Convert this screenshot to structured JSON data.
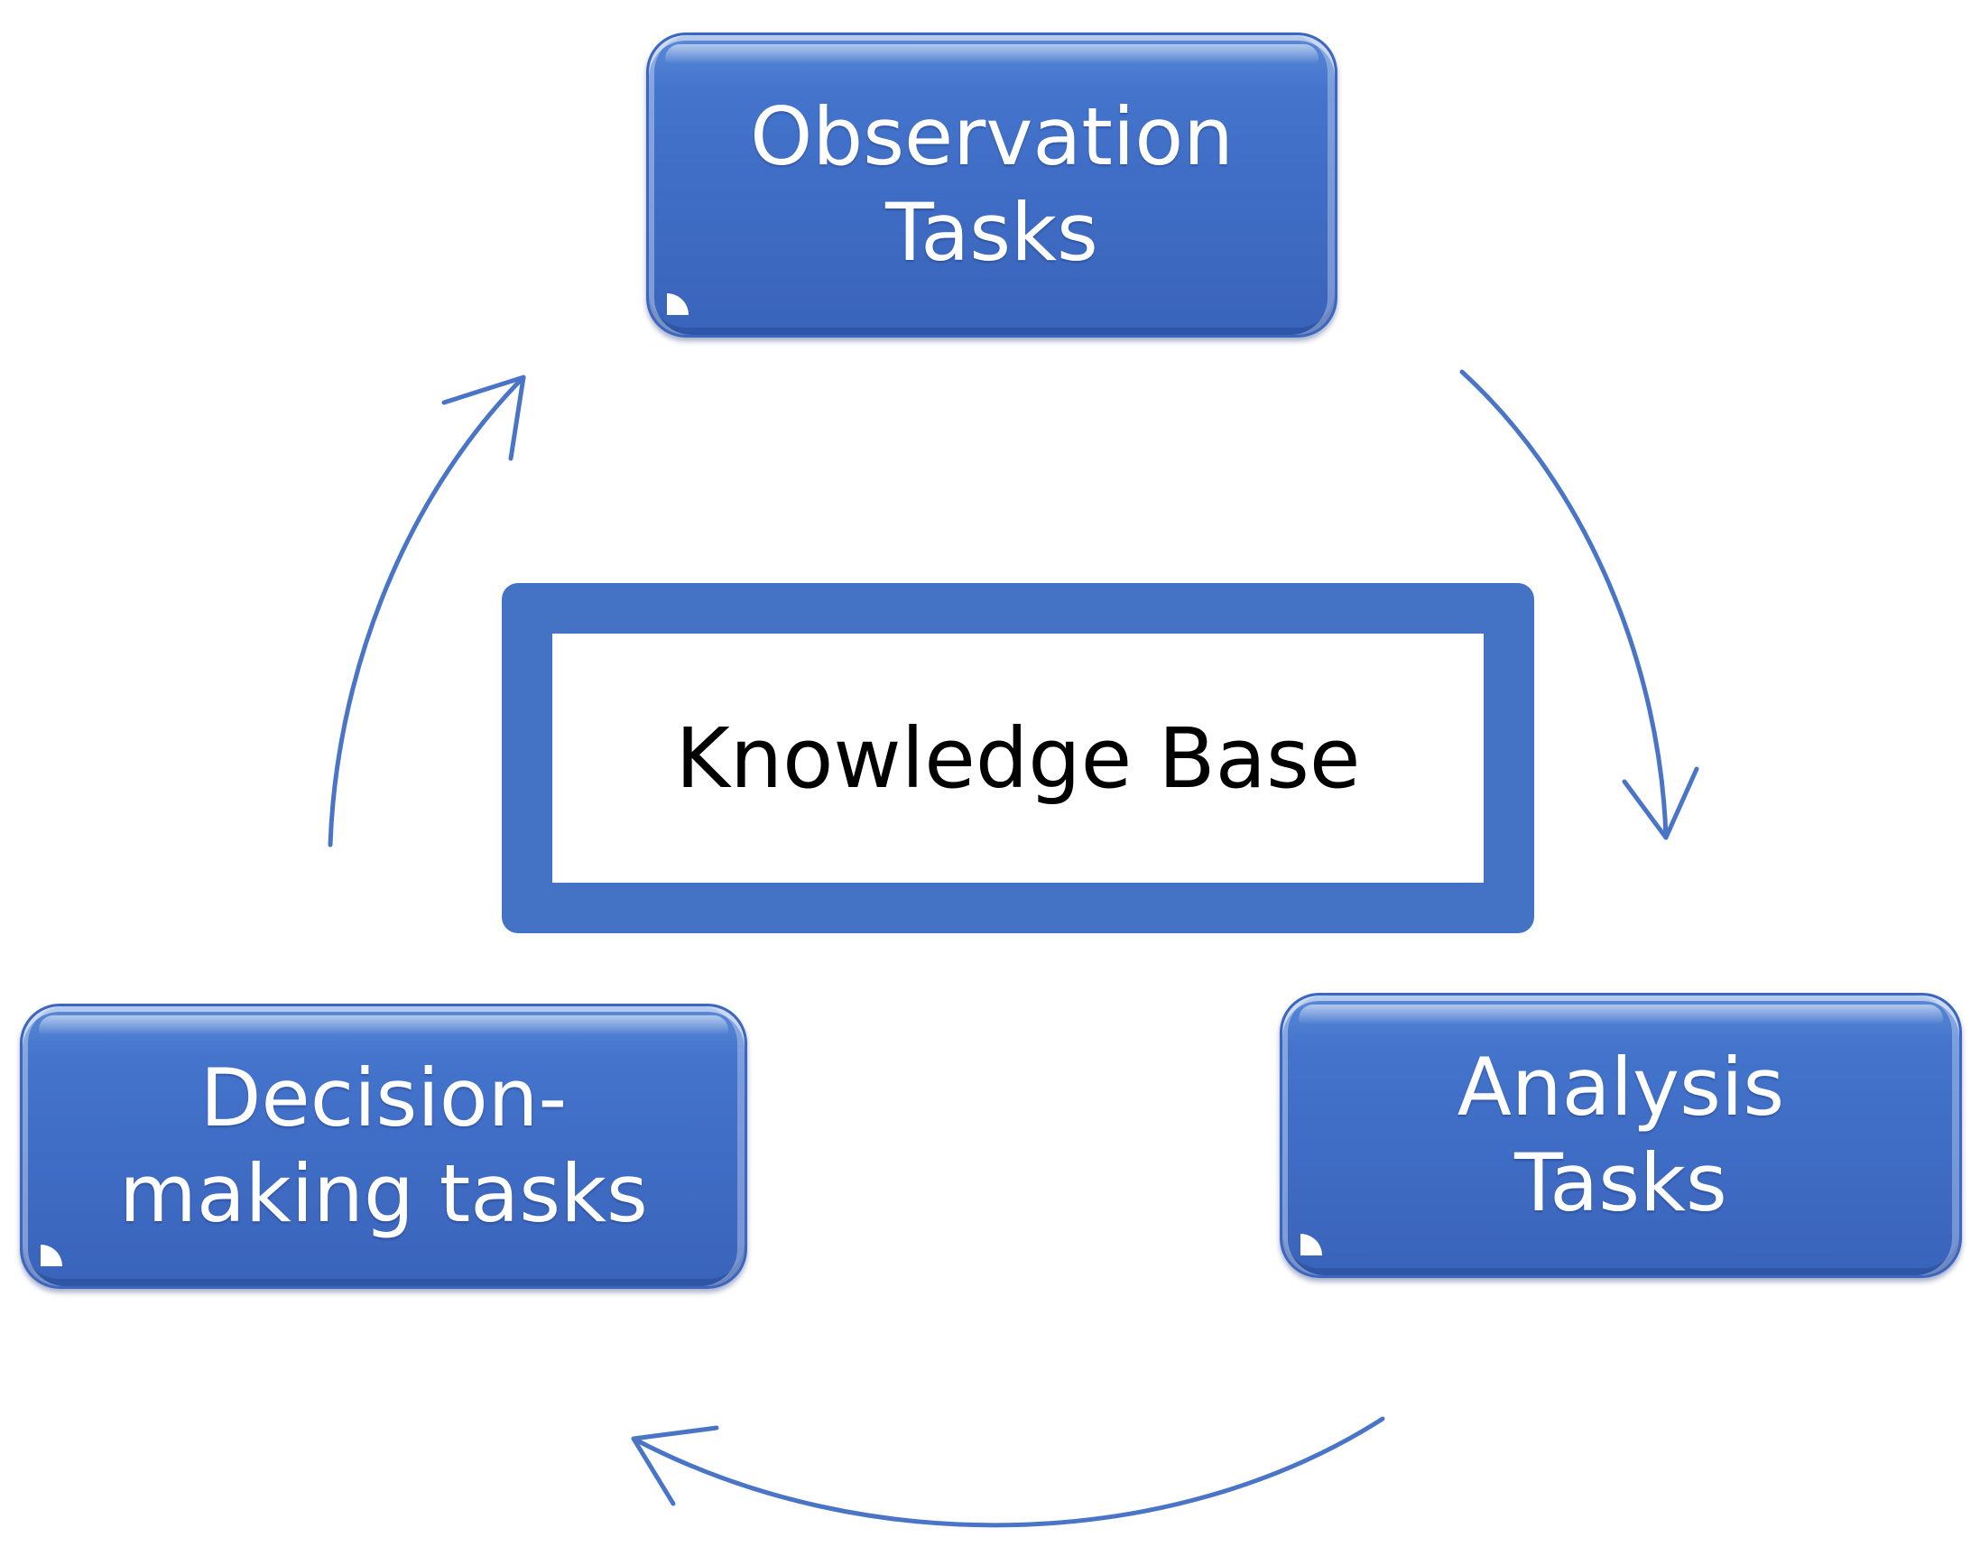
{
  "nodes": {
    "observation": {
      "label": "Observation\nTasks"
    },
    "analysis": {
      "label": "Analysis\nTasks"
    },
    "decision": {
      "label": "Decision-\nmaking tasks"
    },
    "knowledge_base": {
      "label": "Knowledge  Base"
    }
  },
  "colors": {
    "box_fill": "#4472c4",
    "arrow": "#4a75c6",
    "label_on_blue": "#ffffff",
    "label_center": "#000000"
  },
  "edges": [
    {
      "from": "observation",
      "to": "analysis"
    },
    {
      "from": "analysis",
      "to": "decision"
    },
    {
      "from": "decision",
      "to": "observation"
    }
  ]
}
